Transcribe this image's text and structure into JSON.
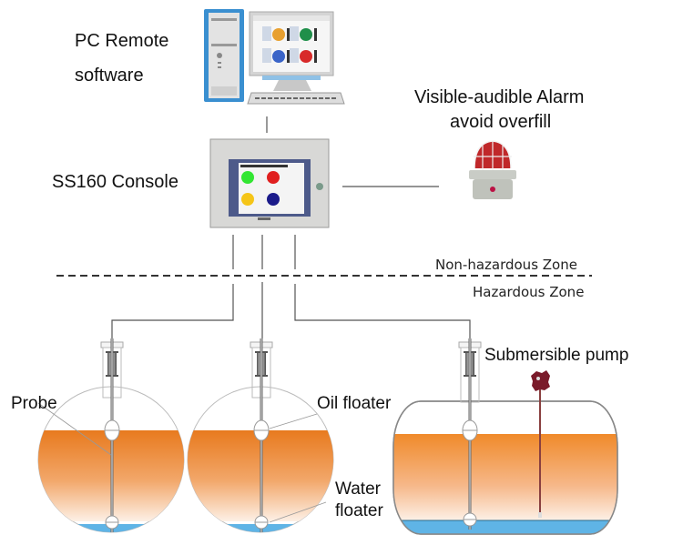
{
  "labels": {
    "pc_remote_line1": "PC Remote",
    "pc_remote_line2": "software",
    "console": "SS160 Console",
    "alarm_line1": "Visible-audible Alarm",
    "alarm_line2": "avoid overfill",
    "non_hazardous_zone": "Non-hazardous Zone",
    "hazardous_zone": "Hazardous Zone",
    "probe": "Probe",
    "oil_floater": "Oil floater",
    "water_floater_line1": "Water",
    "water_floater_line2": "floater",
    "submersible_pump": "Submersible pump"
  },
  "console_screen": {
    "title": "TANK GAUGE"
  },
  "colors": {
    "oil_top": "#e87a1e",
    "oil_bottom": "#fbe8da",
    "water": "#5fb4e6",
    "line": "#555555",
    "alarm_red": "#c0282a",
    "pc_blue": "#3a8fd0"
  },
  "pc_screen_tanks": [
    {
      "color": "#e8a030"
    },
    {
      "color": "#1f8f4a"
    },
    {
      "color": "#3a64c8"
    },
    {
      "color": "#d82a2a"
    }
  ],
  "console_tanks": [
    {
      "color": "#33e633"
    },
    {
      "color": "#e01f1f"
    },
    {
      "color": "#f5c518"
    },
    {
      "color": "#1a1a8a"
    }
  ]
}
